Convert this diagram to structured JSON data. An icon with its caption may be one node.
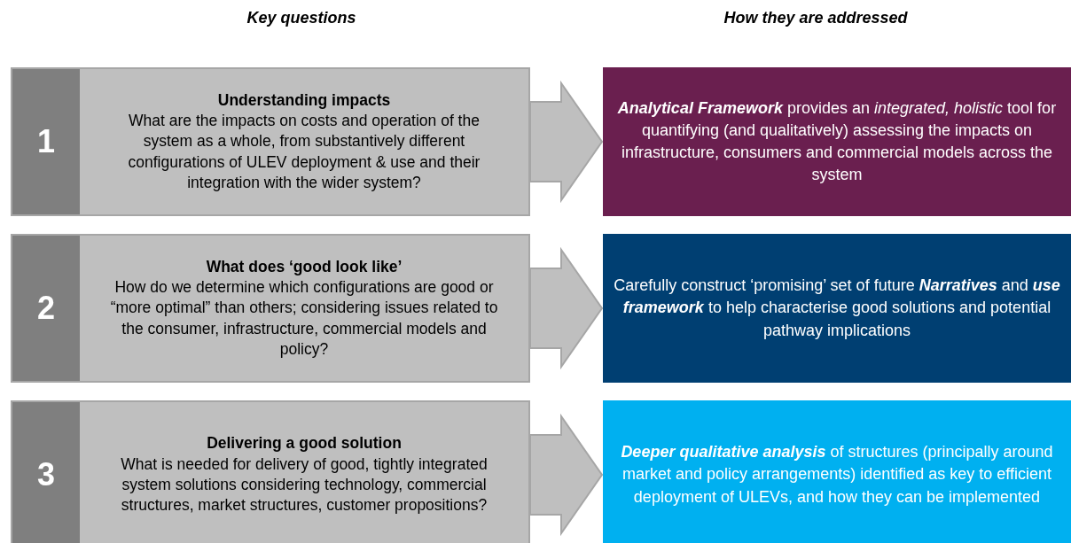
{
  "diagram": {
    "nodes": [
      {
        "text": [
          "1"
        ]
      },
      {
        "text": [
          "Understanding impacts",
          "What are the impacts on costs and operation of the system as a whole, from substantively different configurations of ULEV deployment & use and their integration with the wider system?"
        ]
      },
      {
        "text": [
          "**Analytical Framework** provides an *integrated, holistic* tool for quantifying (and qualitatively) assessing the impacts on infrastructure, consumers and commercial models across the system"
        ]
      },
      {
        "text": [
          "2"
        ]
      },
      {
        "text": [
          "What does ‘good look like’",
          "How do we determine which configurations are good or “more optimal” than others; considering issues related to the consumer, infrastructure, commercial models and policy?"
        ]
      },
      {
        "text": [
          "Carefully construct ‘promising’ set of future **Narratives** and **use framework** to help characterise good solutions and potential pathway implications"
        ]
      },
      {
        "text": [
          "3"
        ]
      },
      {
        "text": [
          "Delivering a good solution",
          "What is needed for delivery of good, tightly integrated system solutions considering technology, commercial structures, market structures, customer propositions?"
        ]
      },
      {
        "text": [
          "**Deeper qualitative analysis** of structures (principally around market and policy arrangements) identified as key to efficient deployment of ULEVs, and how they can be implemented"
        ]
      }
    ],
    "edges": [
      {
        "from": 1,
        "to": 2,
        "arrow": "to",
        "style": "thick"
      },
      {
        "from": 4,
        "to": 5,
        "arrow": "to",
        "style": "thick"
      },
      {
        "from": 7,
        "to": 8,
        "arrow": "to",
        "style": "thick"
      }
    ],
    "labels": [
      "Key questions",
      "How they are addressed"
    ]
  }
}
